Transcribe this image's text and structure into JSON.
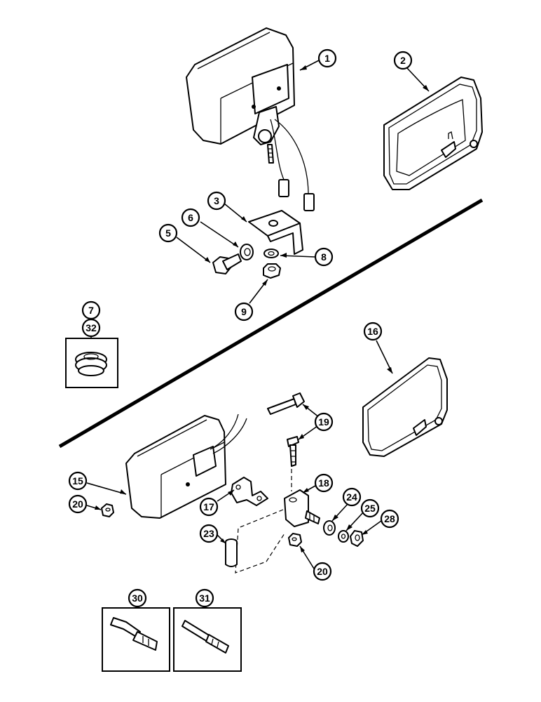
{
  "colors": {
    "line": "#000000",
    "background": "#ffffff"
  },
  "callouts": {
    "c1": "1",
    "c2": "2",
    "c3": "3",
    "c5": "5",
    "c6": "6",
    "c7": "7",
    "c8": "8",
    "c9": "9",
    "c15": "15",
    "c16": "16",
    "c17": "17",
    "c18": "18",
    "c19": "19",
    "c20a": "20",
    "c20b": "20",
    "c23": "23",
    "c24": "24",
    "c25": "25",
    "c28": "28",
    "c30": "30",
    "c31": "31",
    "c32": "32"
  }
}
